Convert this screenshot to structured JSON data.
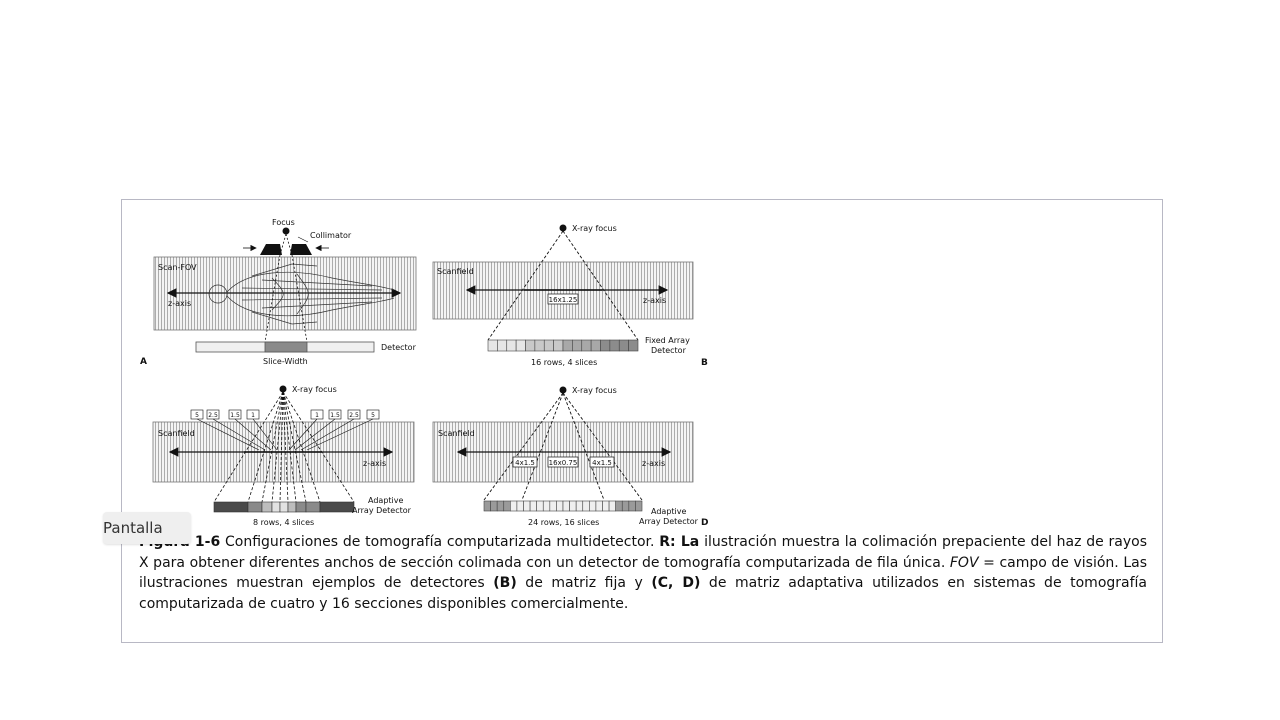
{
  "tooltip": {
    "label": "Pantalla"
  },
  "figure": {
    "panel_a": {
      "focus": "Focus",
      "collimator": "Collimator",
      "scan_fov": "Scan-FOV",
      "z_axis": "z-axis",
      "detector": "Detector",
      "slice_width": "Slice-Width",
      "letter": "A"
    },
    "panel_b": {
      "xray_focus": "X-ray focus",
      "scanfield": "Scanfield",
      "z_axis": "z-axis",
      "box": "16x1.25",
      "detector_line1": "Fixed Array",
      "detector_line2": "Detector",
      "rows": "16 rows, 4 slices",
      "letter": "B"
    },
    "panel_c": {
      "xray_focus": "X-ray focus",
      "scanfield": "Scanfield",
      "z_axis": "z-axis",
      "widths": [
        "5",
        "2.5",
        "1.5",
        "1",
        "1",
        "1.5",
        "2.5",
        "5"
      ],
      "detector_line1": "Adaptive",
      "detector_line2": "Array Detector",
      "rows": "8 rows, 4 slices"
    },
    "panel_d": {
      "xray_focus": "X-ray focus",
      "scanfield": "Scanfield",
      "z_axis": "z-axis",
      "box_left": "4x1.5",
      "box_mid": "16x0.75",
      "box_right": "4x1.5",
      "detector_line1": "Adaptive",
      "detector_line2": "Array Detector",
      "rows": "24 rows, 16 slices",
      "letter": "D"
    }
  },
  "caption": {
    "fig_label": "Figura 1-6",
    "part1": " Configuraciones de tomografía computarizada multidetector. ",
    "r_label": "R: La",
    "part2": " ilustración muestra la colimación prepaciente del haz de rayos X para obtener diferentes anchos de sección colimada con un detector de tomografía computarizada de fila única. ",
    "fov": "FOV",
    "part3": " = campo de visión. Las ilustraciones muestran ejemplos de detectores ",
    "b_label": "(B)",
    "part4": " de matriz fija y ",
    "cd_label": "(C, D)",
    "part5": " de matriz adaptativa utilizados en sistemas de tomografía computarizada de cuatro y 16 secciones disponibles comercialmente."
  }
}
